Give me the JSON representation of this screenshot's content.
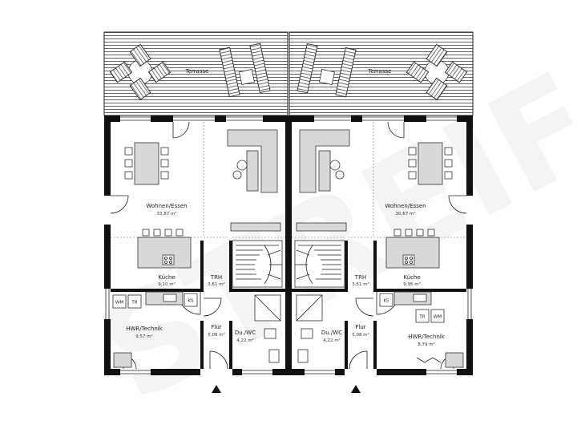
{
  "watermark": "STREIF",
  "terraces": [
    {
      "label": "Terrasse"
    },
    {
      "label": "Terrasse"
    }
  ],
  "rooms": {
    "left": {
      "wohnen": {
        "name": "Wohnen/Essen",
        "area": "33,87 m²"
      },
      "kueche": {
        "name": "Küche",
        "area": "9,10 m²"
      },
      "trh": {
        "name": "TRH",
        "area": "3,61 m²"
      },
      "hwr": {
        "name": "HWR/Technik",
        "area": "9,57 m²"
      },
      "flur": {
        "name": "Flur",
        "area": "5,08 m²"
      },
      "duwc": {
        "name": "Du./WC",
        "area": "4,22 m²"
      }
    },
    "right": {
      "wohnen": {
        "name": "Wohnen/Essen",
        "area": "30,67 m²"
      },
      "kueche": {
        "name": "Küche",
        "area": "9,95 m²"
      },
      "trh": {
        "name": "TRH",
        "area": "3,51 m²"
      },
      "hwr": {
        "name": "HWR/Technik",
        "area": "8,79 m²"
      },
      "flur": {
        "name": "Flur",
        "area": "5,08 m²"
      },
      "duwc": {
        "name": "Du./WC",
        "area": "4,22 m²"
      }
    }
  },
  "appliances": {
    "left": {
      "wm": "WM",
      "tr": "TR",
      "ks": "KS"
    },
    "right": {
      "wm": "WM",
      "tr": "TR",
      "ks": "KS"
    }
  }
}
